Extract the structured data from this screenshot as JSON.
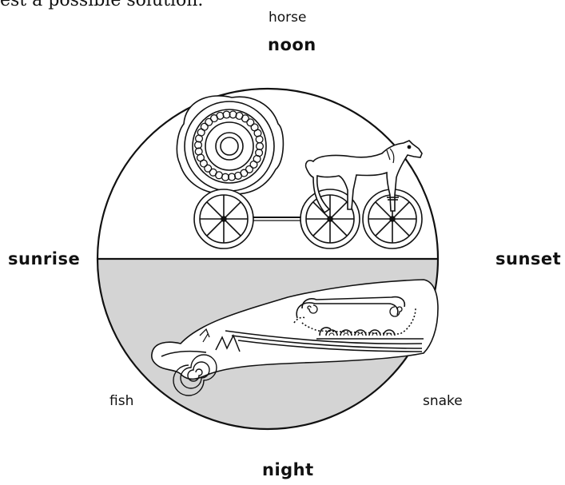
{
  "header_fragment": "est a possible solution.",
  "labels": {
    "top_small": "horse",
    "top_big": "noon",
    "left_big": "sunrise",
    "right_big": "sunset",
    "bottom_left_small": "fish",
    "bottom_right_small": "snake",
    "bottom_big": "night"
  },
  "colors": {
    "night_fill": "#d4d4d4",
    "stroke": "#111111"
  },
  "icons": {
    "upper": "sun-chariot-drawn-by-horse",
    "lower": "fish-carrying-sun-ship-engraving"
  }
}
